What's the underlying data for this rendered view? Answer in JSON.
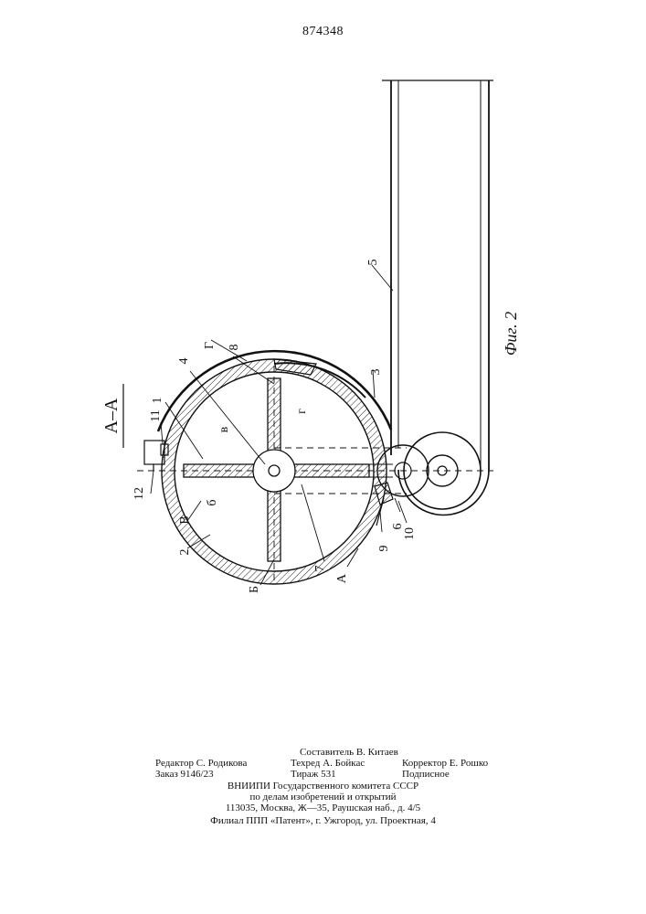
{
  "document": {
    "patent_number": "874348",
    "section_label": "A–A",
    "figure_label": "Фиг. 2"
  },
  "callouts": {
    "n1": "1",
    "n2": "2",
    "n3": "3",
    "n4": "4",
    "n5": "5",
    "n6": "6",
    "n7": "7",
    "n8": "8",
    "n9": "9",
    "n10": "10",
    "n11": "11",
    "n12": "12",
    "A": "А",
    "B": "Б",
    "V": "В",
    "G": "Г",
    "b": "б",
    "v": "в",
    "g": "г"
  },
  "imprint": {
    "compiler": "Составитель В. Китаев",
    "editor": "Редактор С. Родикова",
    "tech_editor": "Техред А. Бойкас",
    "corrector": "Корректор Е. Рошко",
    "order": "Заказ 9146/23",
    "circulation": "Тираж 531",
    "subscription": "Подписное",
    "org_line1": "ВНИИПИ Государственного комитета СССР",
    "org_line2": "по делам изобретений и открытий",
    "org_address": "113035, Москва, Ж—35, Раушская наб., д. 4/5",
    "branch": "Филиал ППП «Патент», г. Ужгород, ул. Проектная, 4"
  }
}
